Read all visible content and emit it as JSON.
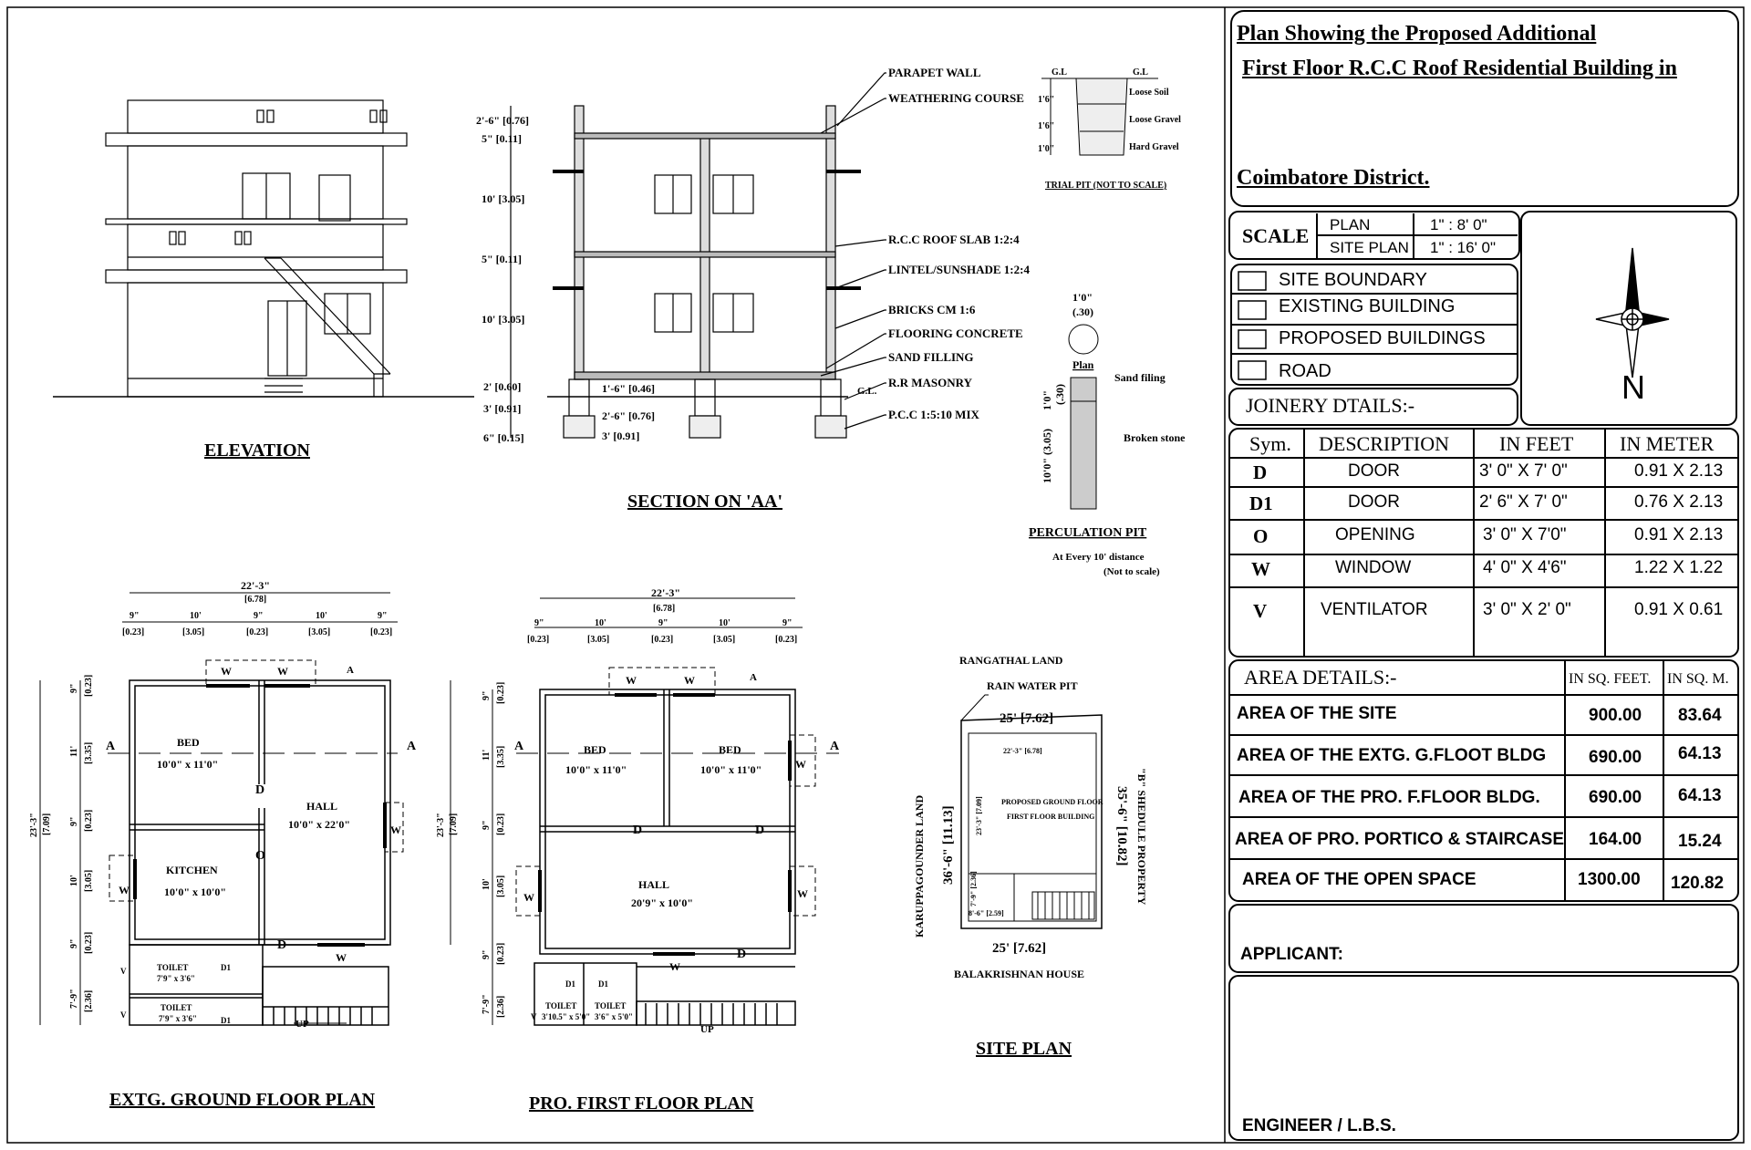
{
  "title_block": {
    "title_lines": [
      "Plan Showing the Proposed Additional",
      "First Floor R.C.C Roof Residential Building in",
      "Coimbatore District."
    ],
    "scale_label": "SCALE",
    "scale_rows": [
      {
        "name": "PLAN",
        "value": "1\" : 8' 0\""
      },
      {
        "name": "SITE PLAN",
        "value": "1\" : 16' 0\""
      }
    ],
    "legend": [
      "SITE BOUNDARY",
      "EXISTING BUILDING",
      "PROPOSED BUILDINGS",
      "ROAD"
    ],
    "north_label": "N",
    "joinery_title": "JOINERY DTAILS:-",
    "joinery_headers": [
      "Sym.",
      "DESCRIPTION",
      "IN FEET",
      "IN METER"
    ],
    "joinery_rows": [
      {
        "sym": "D",
        "desc": "DOOR",
        "feet": "3' 0\" X 7' 0\"",
        "meter": "0.91 X 2.13"
      },
      {
        "sym": "D1",
        "desc": "DOOR",
        "feet": "2' 6\" X 7' 0\"",
        "meter": "0.76 X 2.13"
      },
      {
        "sym": "O",
        "desc": "OPENING",
        "feet": "3' 0\" X 7'0\"",
        "meter": "0.91 X 2.13"
      },
      {
        "sym": "W",
        "desc": "WINDOW",
        "feet": "4' 0\" X 4'6\"",
        "meter": "1.22 X 1.22"
      },
      {
        "sym": "V",
        "desc": "VENTILATOR",
        "feet": "3' 0\" X 2' 0\"",
        "meter": "0.91 X 0.61"
      }
    ],
    "area_title": "AREA DETAILS:-",
    "area_headers": [
      "IN SQ. FEET.",
      "IN SQ. M."
    ],
    "area_rows": [
      {
        "label": "AREA OF THE SITE",
        "sqft": "900.00",
        "sqm": "83.64"
      },
      {
        "label": "AREA OF THE EXTG.  G.FLOOT BLDG",
        "sqft": "690.00",
        "sqm": "64.13"
      },
      {
        "label": "AREA OF THE PRO. F.FLOOR  BLDG.",
        "sqft": "690.00",
        "sqm": "64.13"
      },
      {
        "label": "AREA OF  PRO. PORTICO & STAIRCASE",
        "sqft": "164.00",
        "sqm": "15.24"
      },
      {
        "label": "AREA OF THE OPEN SPACE",
        "sqft": "1300.00",
        "sqm": "120.82"
      }
    ],
    "applicant_label": "APPLICANT:",
    "engineer_label": "ENGINEER / L.B.S."
  },
  "drawings": {
    "elevation_title": "ELEVATION",
    "section_title": "SECTION ON 'AA'",
    "ground_plan_title": "EXTG. GROUND FLOOR PLAN",
    "first_plan_title": "PRO. FIRST FLOOR PLAN",
    "site_plan_title": "SITE PLAN",
    "section_labels": [
      "PARAPET  WALL",
      "WEATHERING COURSE",
      "R.C.C ROOF SLAB 1:2:4",
      "LINTEL/SUNSHADE 1:2:4",
      "BRICKS CM 1:6",
      "FLOORING CONCRETE",
      "SAND FILLING",
      "R.R MASONRY",
      "P.C.C 1:5:10 MIX"
    ],
    "section_dims": [
      "2'-6\" [0.76]",
      "5\" [0.11]",
      "10' [3.05]",
      "5\" [0.11]",
      "10' [3.05]",
      "2' [0.60]",
      "3' [0.91]",
      "6\" [0.15]"
    ],
    "section_foot_dims": [
      "1'-6\" [0.46]",
      "2'-6\" [0.76]",
      "3' [0.91]"
    ],
    "gl": "G.L",
    "gl2": "G.L.",
    "trial_pit": {
      "title": "TRIAL PIT (NOT TO SCALE)",
      "layers": [
        "Loose Soil",
        "Loose Gravel",
        "Hard Gravel"
      ],
      "dims": [
        "1'6\"",
        "1'6\"",
        "1'0\""
      ]
    },
    "perc_pit": {
      "title": "PERCULATION PIT",
      "note1": "At Every 10' distance",
      "note2": "(Not to scale)",
      "plan_label": "Plan",
      "dia": "1'0\"",
      "dia_m": "(.30)",
      "sand": "Sand filing",
      "stone": "Broken stone",
      "depth_top": "1'0\"",
      "depth_top_m": "(.30)",
      "depth": "10'0\" (3.05)"
    },
    "ground": {
      "overall": "22'-3\"",
      "overall_m": "[6.78]",
      "dims_top": [
        "9\"",
        "10'",
        "9\"",
        "10'",
        "9\""
      ],
      "dims_top_m": [
        "[0.23]",
        "[3.05]",
        "[0.23]",
        "[3.05]",
        "[0.23]"
      ],
      "side_dims": [
        "9\"",
        "11'",
        "9\"",
        "10'",
        "9\"",
        "7'-9\""
      ],
      "side_dims_m": [
        "[0.23]",
        "[3.35]",
        "[0.23]",
        "[3.05]",
        "[0.23]",
        "[2.36]"
      ],
      "height": "23'-3\"",
      "height_m": "[7.09]",
      "bed": "BED",
      "bed_size": "10'0\" x 11'0\"",
      "hall": "HALL",
      "hall_size": "10'0\" x 22'0\"",
      "kitchen": "KITCHEN",
      "kitchen_size": "10'0\" x 10'0\"",
      "toilet": "TOILET",
      "toilet_size": "7'9\" x 3'6\"",
      "toilet2": "TOILET",
      "toilet2_size": "7'9\" x 3'6\"",
      "up": "UP"
    },
    "first": {
      "overall": "22'-3\"",
      "overall_m": "[6.78]",
      "dims_top": [
        "9\"",
        "10'",
        "9\"",
        "10'",
        "9\""
      ],
      "dims_top_m": [
        "[0.23]",
        "[3.05]",
        "[0.23]",
        "[3.05]",
        "[0.23]"
      ],
      "side_dims": [
        "9\"",
        "11'",
        "9\"",
        "10'",
        "9\"",
        "7'-9\""
      ],
      "side_dims_m": [
        "[0.23]",
        "[3.35]",
        "[0.23]",
        "[3.05]",
        "[0.23]",
        "[2.36]"
      ],
      "bed": "BED",
      "bed_size": "10'0\" x 11'0\"",
      "bed2": "BED",
      "bed2_size": "10'0\" x 11'0\"",
      "hall": "HALL",
      "hall_size": "20'9\" x 10'0\"",
      "toilet": "TOILET",
      "toilet_size": "3'10.5\" x 5'0\"",
      "toilet2": "TOILET",
      "toilet2_size": "3'6\" x 5'0\"",
      "up": "UP"
    },
    "site": {
      "north": "RANGATHAL LAND",
      "south": "BALAKRISHNAN HOUSE",
      "west": "KARUPPAGOUNDER LAND",
      "east": "\"B\" SHEDULE PROPERTY",
      "rain_pit": "RAIN WATER PIT",
      "top": "25' [7.62]",
      "bottom": "25' [7.62]",
      "left": "36'-6\" [11.13]",
      "right": "35'-6\" [10.82]",
      "inner_top": "22'-3\" [6.78]",
      "inner_side": "23'-3\" [7.09]",
      "inner_b1": "7'-9\" [2.36]",
      "inner_b2": "8'-6\" [2.59]",
      "label1": "PROPOSED GROUND FLOOR",
      "label2": "FIRST FLOOR BUILDING"
    },
    "sym": {
      "W": "W",
      "D": "D",
      "D1": "D1",
      "O": "O",
      "V": "V",
      "A": "A"
    }
  }
}
